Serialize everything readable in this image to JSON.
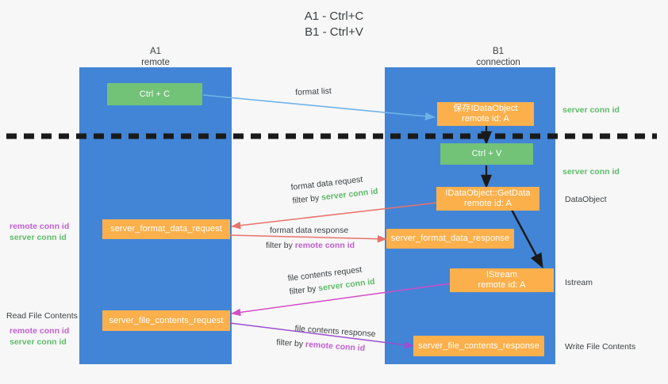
{
  "title": {
    "line1": "A1 - Ctrl+C",
    "line2": "B1 - Ctrl+V"
  },
  "lanes": [
    {
      "id": "a1",
      "title": "A1\nremote",
      "color": "#4285d6"
    },
    {
      "id": "b1",
      "title": "B1\nconnection",
      "color": "#4285d6"
    }
  ],
  "nodes": {
    "ctrl_c": "Ctrl + C",
    "ctrl_v": "Ctrl + V",
    "save_idataobject": "保存IDataObject\nremote id: A",
    "getdata": "IDataObject::GetData\nremote id: A",
    "istream": "IStream\nremote id: A",
    "server_format_data_request": "server_format_data_request",
    "server_format_data_response": "server_format_data_response",
    "server_file_contents_request": "server_file_contents_request",
    "server_file_contents_response": "server_file_contents_response"
  },
  "edge_labels": {
    "format_list": "format list",
    "format_data_request": "format data request",
    "format_data_request_filter_pre": "filter by ",
    "format_data_request_filter_key": "server conn id",
    "format_data_response": "format data response",
    "format_data_response_filter_pre": "filter by ",
    "format_data_response_filter_key": "remote conn id",
    "file_contents_request": "file contents request",
    "file_contents_request_filter_pre": "filter by ",
    "file_contents_request_filter_key": "server conn id",
    "file_contents_response": "file contents response",
    "file_contents_response_filter_pre": "filter by ",
    "file_contents_response_filter_key": "remote conn id"
  },
  "right_labels": {
    "server_conn_id_top": "server conn id",
    "server_conn_id_mid": "server conn id",
    "dataobject": "DataObject",
    "istream": "Istream",
    "write_file_contents": "Write File Contents"
  },
  "left_labels": {
    "remote_conn_id_1": "remote conn id",
    "server_conn_id_1": "server conn id",
    "read_file_contents": "Read File Contents",
    "remote_conn_id_2": "remote conn id",
    "server_conn_id_2": "server conn id"
  },
  "colors": {
    "lane": "#4285d6",
    "orange": "#fbb04c",
    "green_node": "#72c278",
    "green_text": "#5fbb6a",
    "purple_text": "#c05fd0",
    "arrow_blue": "#6eb3e8",
    "arrow_red": "#e8726a",
    "arrow_magenta": "#d44cc8",
    "arrow_purple": "#9b4fd0",
    "arrow_black": "#1a1a1a",
    "divider": "#1a1a1a",
    "background": "#f7f7f7"
  }
}
